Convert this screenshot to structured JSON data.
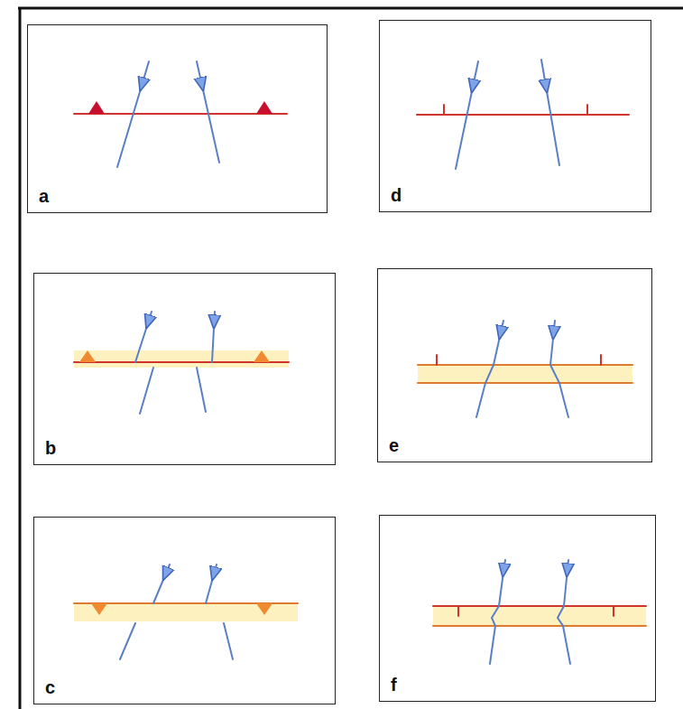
{
  "diagram": {
    "nodes": [
      {
        "text": [
          "a"
        ]
      },
      {
        "text": [
          "d"
        ]
      },
      {
        "text": [
          "b"
        ]
      },
      {
        "text": [
          "e"
        ]
      },
      {
        "text": [
          "c"
        ]
      },
      {
        "text": [
          "f"
        ]
      }
    ]
  }
}
